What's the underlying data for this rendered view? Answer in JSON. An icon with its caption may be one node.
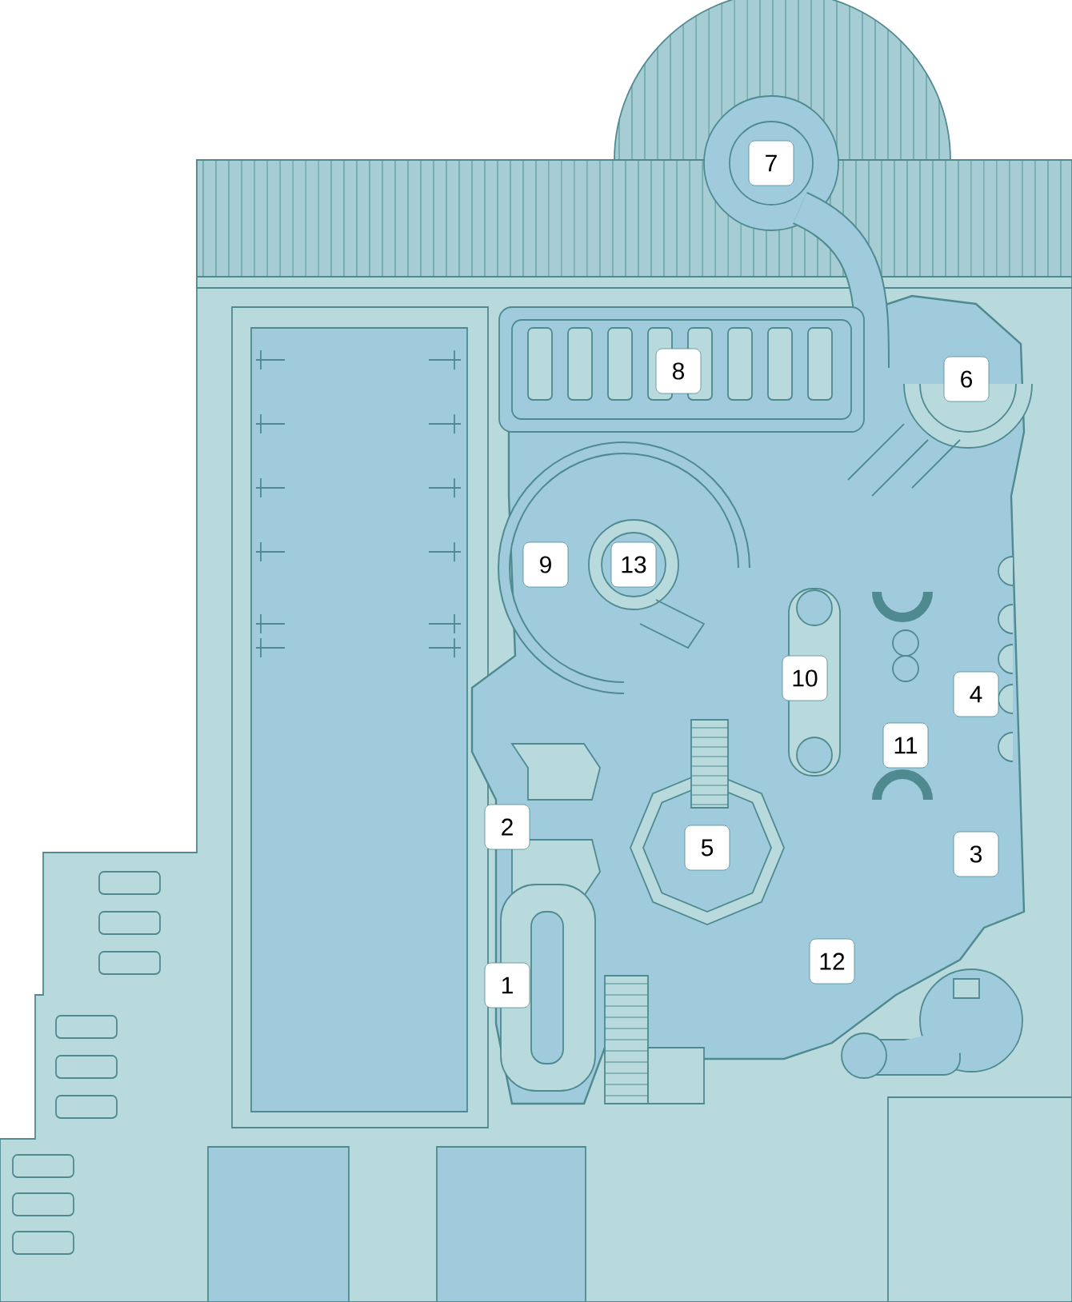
{
  "diagram": {
    "labels": [
      "7",
      "8",
      "6",
      "9",
      "13",
      "10",
      "4",
      "11",
      "2",
      "5",
      "3",
      "12",
      "1"
    ]
  }
}
